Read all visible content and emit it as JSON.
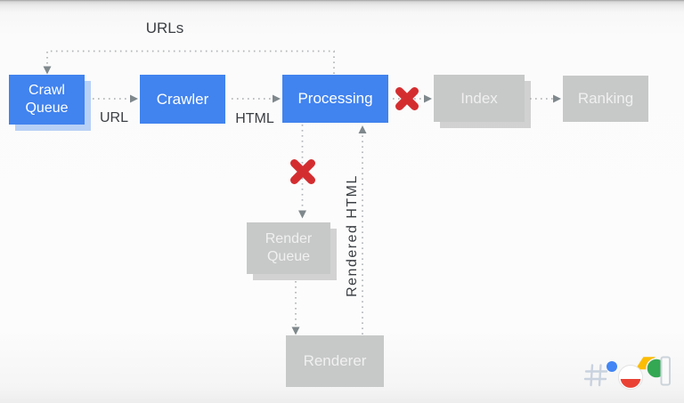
{
  "diagram": {
    "title_context": "crawl-render-index pipeline",
    "nodes": {
      "crawl_queue": {
        "label": "Crawl\nQueue",
        "state": "active"
      },
      "crawler": {
        "label": "Crawler",
        "state": "active"
      },
      "processing": {
        "label": "Processing",
        "state": "active"
      },
      "index": {
        "label": "Index",
        "state": "inactive"
      },
      "ranking": {
        "label": "Ranking",
        "state": "inactive"
      },
      "render_queue": {
        "label": "Render\nQueue",
        "state": "inactive"
      },
      "renderer": {
        "label": "Renderer",
        "state": "inactive"
      }
    },
    "edge_labels": {
      "urls": "URLs",
      "url": "URL",
      "html": "HTML",
      "rendered_html": "Rendered HTML"
    },
    "edges": [
      "processing -> crawl_queue (URLs)",
      "crawl_queue -> crawler (URL)",
      "crawler -> processing (HTML)",
      "processing -x-> index (blocked)",
      "index -> ranking",
      "processing -x-> render_queue (blocked)",
      "render_queue -> renderer",
      "renderer -> processing (Rendered HTML)"
    ],
    "colors": {
      "node_active_blue": "#4183ef",
      "node_inactive_gray": "#c7c8c8",
      "blocked_x_red": "#d42d30",
      "connector_dots": "#b2b5b7",
      "arrowhead": "#7f888c",
      "label_text": "#3b3f43",
      "crawl_queue_shadow": "#a6c5f5"
    },
    "icons": {
      "blocked_marker": "x-cross-icon",
      "footer": "google-io-hashtag-logo"
    }
  }
}
